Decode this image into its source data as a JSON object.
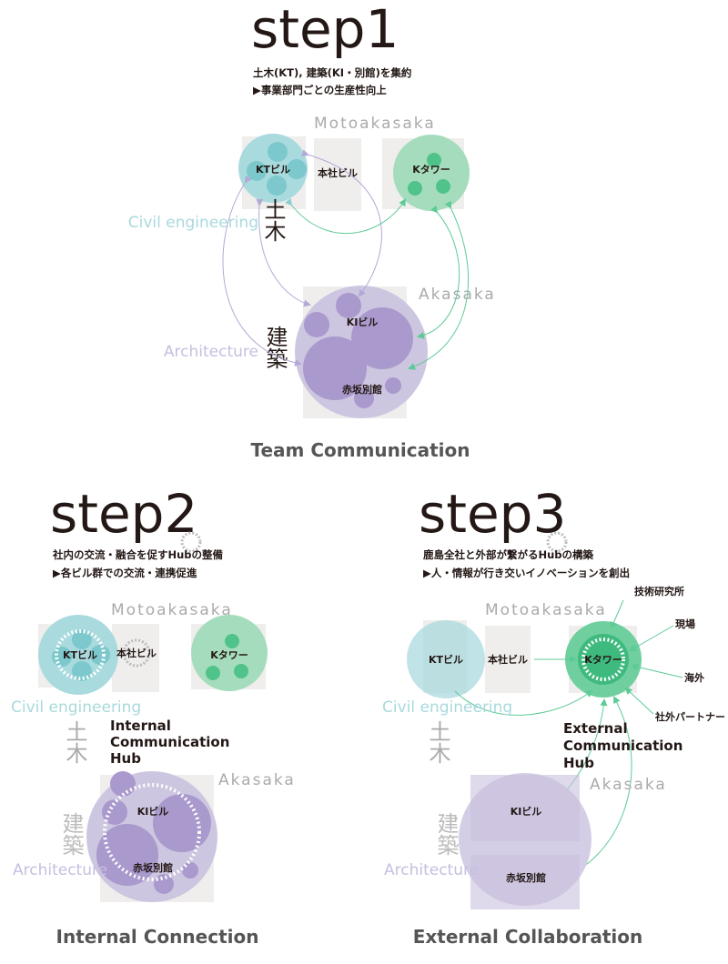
{
  "step1": {
    "title": "step1",
    "lines": [
      "土木(KT), 建築(KI・別館)を集約",
      "▶事業部門ごとの生産性向上"
    ],
    "location_top": "Motoakasaka",
    "location_bottom": "Akasaka",
    "kt": "KTビル",
    "honsha": "本社ビル",
    "ktower": "Kタワー",
    "ki": "KIビル",
    "bekkan": "赤坂別館",
    "civil": "Civil engineering",
    "civil_jp": "土木",
    "arch": "Architecture",
    "arch_jp": "建築",
    "caption": "Team Communication"
  },
  "step2": {
    "title": "step2",
    "lines": [
      "社内の交流・融合を促すHubの整備",
      "▶各ビル群での交流・連携促進"
    ],
    "location_top": "Motoakasaka",
    "location_bottom": "Akasaka",
    "kt": "KTビル",
    "honsha": "本社ビル",
    "ktower": "Kタワー",
    "ki": "KIビル",
    "bekkan": "赤坂別館",
    "civil": "Civil engineering",
    "civil_jp": "土木",
    "arch": "Architecture",
    "arch_jp": "建築",
    "hub": [
      "Internal",
      "Communication",
      "Hub"
    ],
    "caption": "Internal Connection"
  },
  "step3": {
    "title": "step3",
    "lines": [
      "鹿島全社と外部が繋がるHubの構築",
      "▶人・情報が行き交いイノベーションを創出"
    ],
    "location_top": "Motoakasaka",
    "location_bottom": "Akasaka",
    "kt": "KTビル",
    "honsha": "本社ビル",
    "ktower": "Kタワー",
    "ki": "KIビル",
    "bekkan": "赤坂別館",
    "civil": "Civil engineering",
    "civil_jp": "土木",
    "arch": "Architecture",
    "arch_jp": "建築",
    "external": [
      "技術研究所",
      "現場",
      "海外",
      "社外パートナー"
    ],
    "hub": [
      "External",
      "Communication",
      "Hub"
    ],
    "caption": "External Collaboration"
  },
  "colors": {
    "teal": "#a9dade",
    "teal_dark": "#7cc8cc",
    "green": "#a5dcbd",
    "green_dark": "#4fc38a",
    "purple": "#cdc6e0",
    "purple_dark": "#a999cc"
  }
}
